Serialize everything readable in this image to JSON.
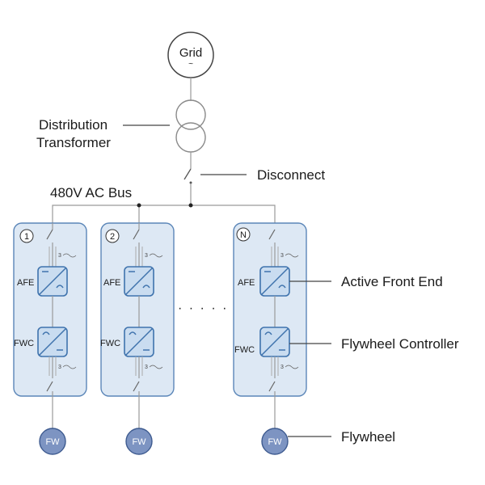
{
  "grid": {
    "label": "Grid",
    "symbol": "~"
  },
  "transformer": {
    "label_line1": "Distribution",
    "label_line2": "Transformer"
  },
  "disconnect": {
    "label": "Disconnect"
  },
  "bus": {
    "label": "480V AC Bus"
  },
  "modules": [
    {
      "number": "1",
      "afe": "AFE",
      "fwc": "FWC",
      "fw": "FW",
      "phase_top": "3",
      "phase_bottom": "3"
    },
    {
      "number": "2",
      "afe": "AFE",
      "fwc": "FWC",
      "fw": "FW",
      "phase_top": "3",
      "phase_bottom": "3"
    },
    {
      "number": "N",
      "afe": "AFE",
      "fwc": "FWC",
      "fw": "FW",
      "phase_top": "3",
      "phase_bottom": "3"
    }
  ],
  "ellipsis": "· · · · ·",
  "callouts": {
    "active_front_end": "Active Front End",
    "flywheel_controller": "Flywheel Controller",
    "flywheel": "Flywheel"
  }
}
